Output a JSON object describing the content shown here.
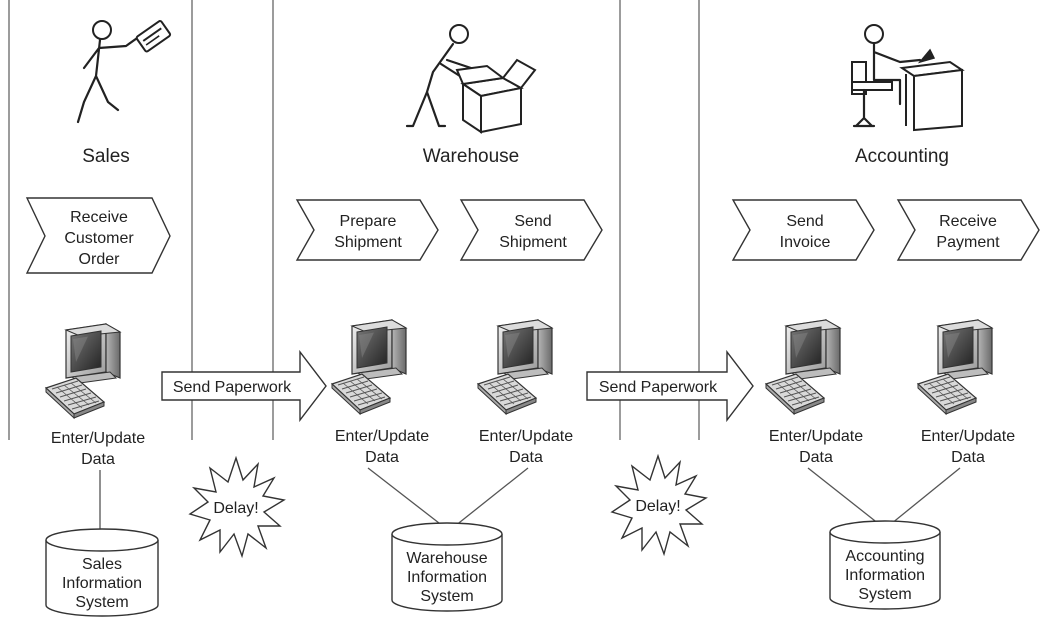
{
  "departments": [
    {
      "name": "Sales",
      "icon": "person-carrying-card-icon"
    },
    {
      "name": "Warehouse",
      "icon": "person-packing-box-icon"
    },
    {
      "name": "Accounting",
      "icon": "person-at-desk-icon"
    }
  ],
  "activities": [
    {
      "lines": [
        "Receive",
        "Customer",
        "Order"
      ]
    },
    {
      "lines": [
        "Prepare",
        "Shipment"
      ]
    },
    {
      "lines": [
        "Send",
        "Shipment"
      ]
    },
    {
      "lines": [
        "Send",
        "Invoice"
      ]
    },
    {
      "lines": [
        "Receive",
        "Payment"
      ]
    }
  ],
  "computers": [
    {
      "lines": [
        "Enter/Update",
        "Data"
      ]
    },
    {
      "lines": [
        "Enter/Update",
        "Data"
      ]
    },
    {
      "lines": [
        "Enter/Update",
        "Data"
      ]
    },
    {
      "lines": [
        "Enter/Update",
        "Data"
      ]
    },
    {
      "lines": [
        "Enter/Update",
        "Data"
      ]
    }
  ],
  "transfers": [
    {
      "label": "Send Paperwork"
    },
    {
      "label": "Send Paperwork"
    }
  ],
  "delays": [
    {
      "label": "Delay!"
    },
    {
      "label": "Delay!"
    }
  ],
  "databases": [
    {
      "lines": [
        "Sales",
        "Information",
        "System"
      ]
    },
    {
      "lines": [
        "Warehouse",
        "Information",
        "System"
      ]
    },
    {
      "lines": [
        "Accounting",
        "Information",
        "System"
      ]
    }
  ]
}
